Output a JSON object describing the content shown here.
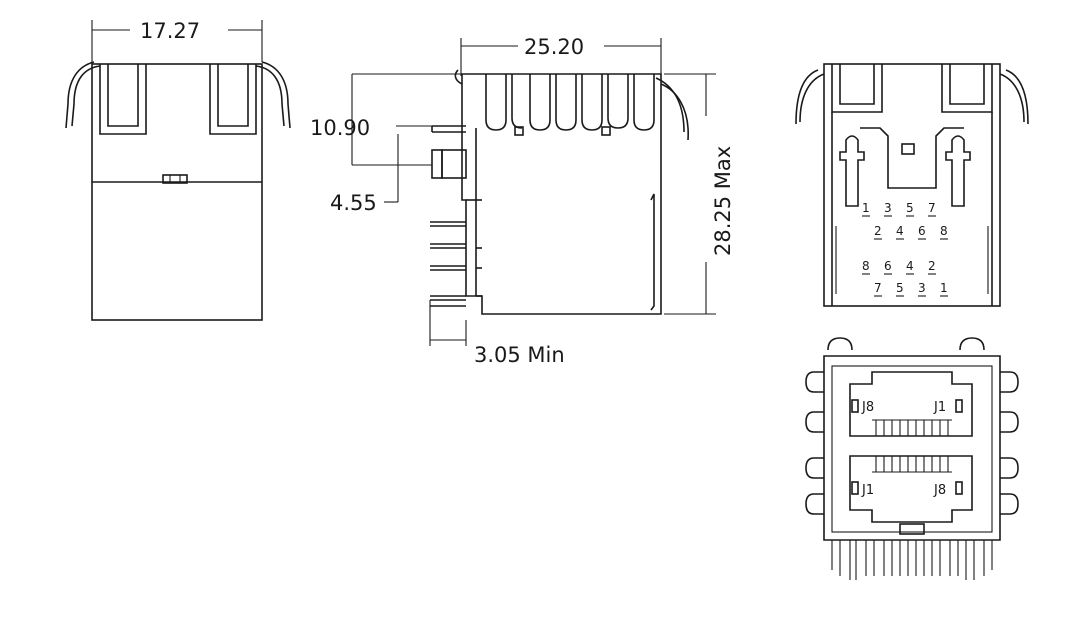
{
  "dimensions": {
    "width_17_27": "17.27",
    "width_25_20": "25.20",
    "height_10_90": "10.90",
    "height_4_55": "4.55",
    "height_28_25": "28.25 Max",
    "pin_3_05": "3.05  Min"
  },
  "front_view": {
    "pin_row_top": [
      "1",
      "3",
      "5",
      "7"
    ],
    "pin_row_2": [
      "2",
      "4",
      "6",
      "8"
    ],
    "pin_row_3": [
      "8",
      "6",
      "4",
      "2"
    ],
    "pin_row_bottom": [
      "7",
      "5",
      "3",
      "1"
    ]
  },
  "bottom_view": {
    "upper_left_label": "J8",
    "upper_right_label": "J1",
    "lower_left_label": "J1",
    "lower_right_label": "J8"
  }
}
